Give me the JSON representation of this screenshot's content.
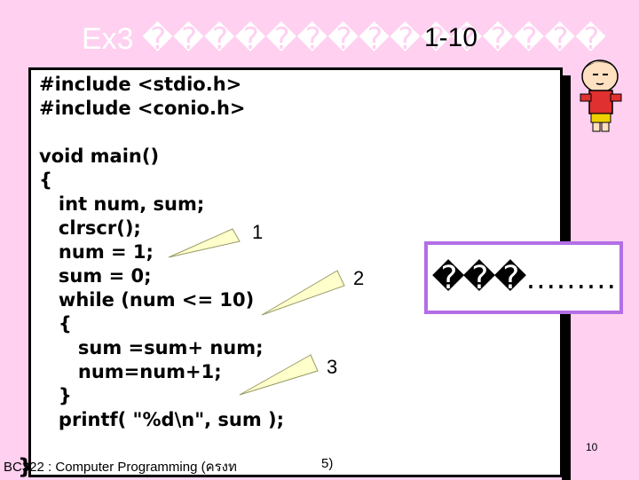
{
  "slide": {
    "title_prefix": "Ex3 ",
    "title_rest": "���������������",
    "title_range": "1-10",
    "code_lines": [
      "#include <stdio.h>",
      "#include <conio.h>",
      "",
      "void main()",
      "{",
      "   int num, sum;",
      "   clrscr();",
      "   num = 1;",
      "   sum = 0;",
      "   while (num <= 10)",
      "   {",
      "      sum =sum+ num;",
      "      num=num+1;",
      "   }",
      "   printf( \"%d\\n\", sum );"
    ],
    "closing_brace": "}",
    "callouts": [
      "1",
      "2",
      "3"
    ],
    "answer_box": "���………",
    "footer_left": "BC322 : Computer Programming (ครงท",
    "footer_right": "5)",
    "page_number": "10",
    "accent_border": "#b36ee6",
    "background": "#ffd0f0"
  }
}
